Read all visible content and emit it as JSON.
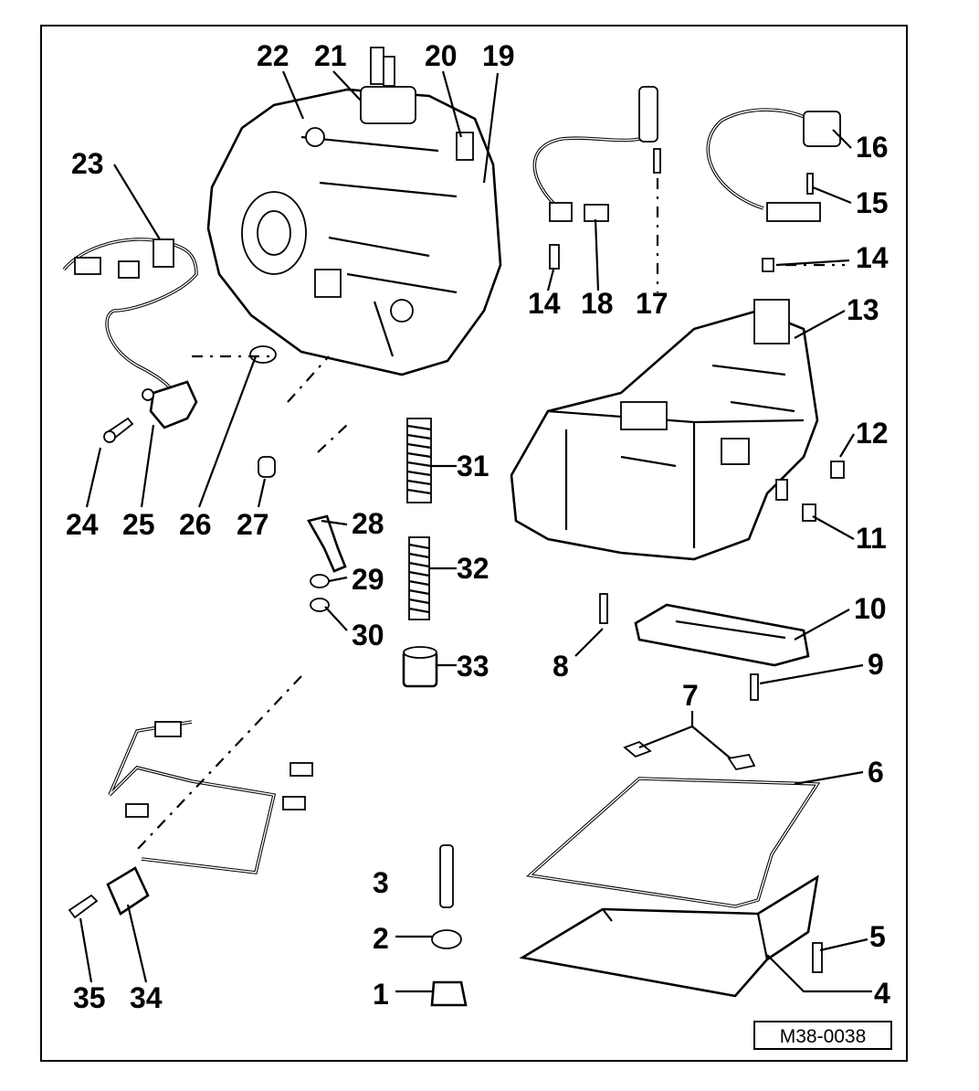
{
  "figure_code": "M38-0038",
  "callouts": {
    "c1": "1",
    "c2": "2",
    "c3": "3",
    "c4": "4",
    "c5": "5",
    "c6": "6",
    "c7": "7",
    "c8": "8",
    "c9": "9",
    "c10": "10",
    "c11": "11",
    "c12": "12",
    "c13": "13",
    "c14a": "14",
    "c14b": "14",
    "c15": "15",
    "c16": "16",
    "c17": "17",
    "c18": "18",
    "c19": "19",
    "c20": "20",
    "c21": "21",
    "c22": "22",
    "c23": "23",
    "c24": "24",
    "c25": "25",
    "c26": "26",
    "c27": "27",
    "c28": "28",
    "c29": "29",
    "c30": "30",
    "c31": "31",
    "c32": "32",
    "c33": "33",
    "c34": "34",
    "c35": "35"
  }
}
